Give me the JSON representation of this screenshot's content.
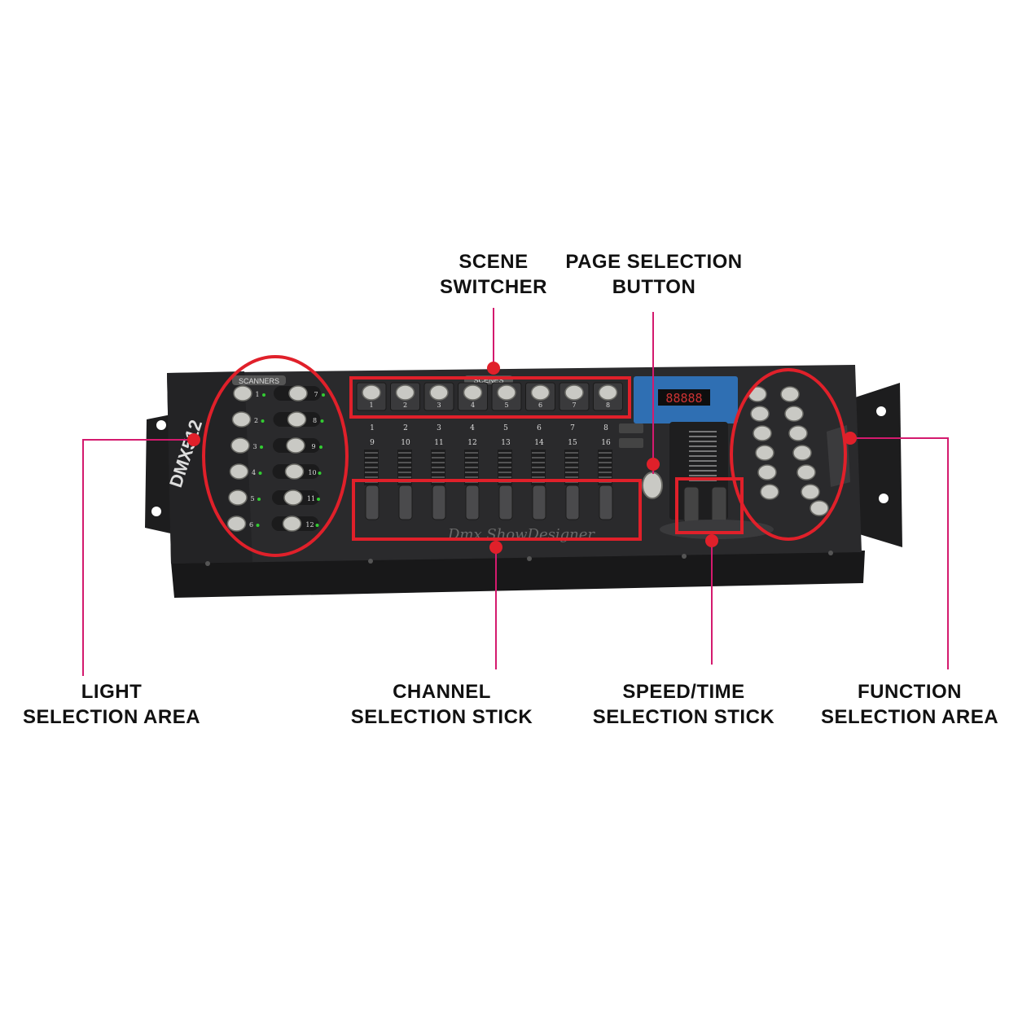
{
  "labels": {
    "scene_switcher": [
      "SCENE",
      "SWITCHER"
    ],
    "page_selection": [
      "PAGE SELECTION",
      "BUTTON"
    ],
    "light_selection": [
      "LIGHT",
      "SELECTION AREA"
    ],
    "channel_selection": [
      "CHANNEL",
      "SELECTION STICK"
    ],
    "speed_time": [
      "SPEED/TIME",
      "SELECTION STICK"
    ],
    "function_selection": [
      "FUNCTION",
      "SELECTION AREA"
    ]
  },
  "device": {
    "brand_text": "DMX512",
    "scanners_label": "SCANNERS",
    "scenes_label": "SCENES",
    "script_text": "Dmx ShowDesigner",
    "display_digits": "88888",
    "scanner_numbers_left": [
      "1",
      "2",
      "3",
      "4",
      "5",
      "6"
    ],
    "scanner_numbers_right": [
      "7",
      "8",
      "9",
      "10",
      "11",
      "12"
    ],
    "scene_numbers": [
      "1",
      "2",
      "3",
      "4",
      "5",
      "6",
      "7",
      "8"
    ],
    "channel_numbers_top": [
      "1",
      "2",
      "3",
      "4",
      "5",
      "6",
      "7",
      "8"
    ],
    "channel_numbers_bottom": [
      "9",
      "10",
      "11",
      "12",
      "13",
      "14",
      "15",
      "16"
    ]
  },
  "colors": {
    "annotation": "#d41a6e",
    "marker": "#e0202a",
    "panel": "#2a2a2c",
    "panel_edge": "#151516",
    "button": "#c9c9c4",
    "screen": "#2f6fb3"
  }
}
